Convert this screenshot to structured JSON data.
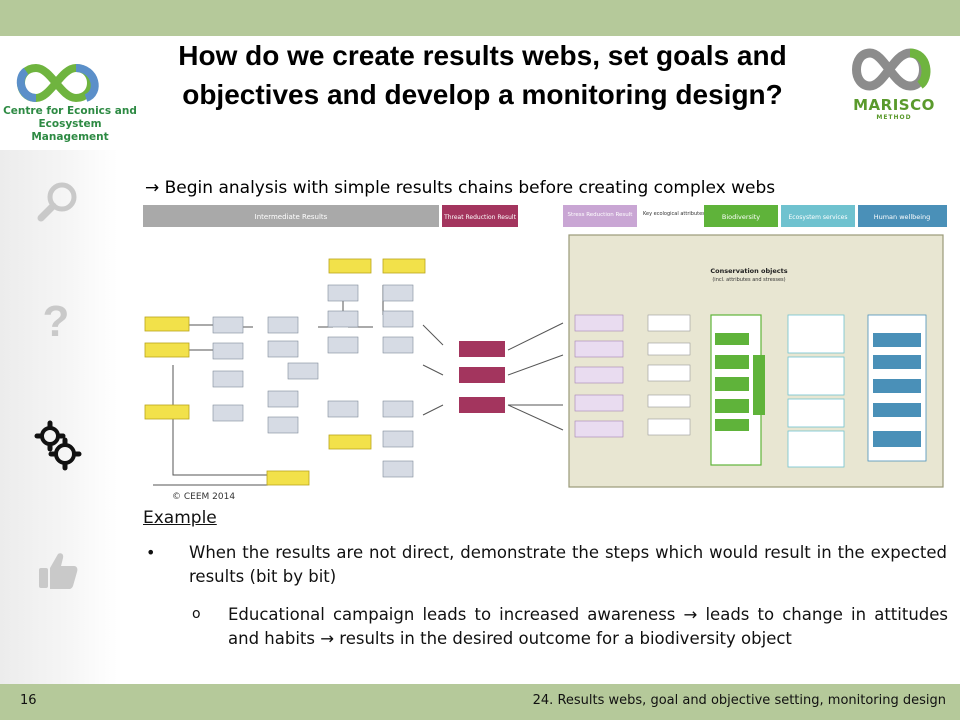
{
  "header": {
    "title": "How do we create results webs, set goals and objectives and develop a monitoring design?",
    "left_logo_text_line1": "Centre for Econics and",
    "left_logo_text_line2": "Ecosystem Management",
    "right_logo_word": "MARISCO",
    "right_logo_sub": "METHOD"
  },
  "subtitle": "→ Begin analysis with simple results chains before creating complex webs",
  "diagram": {
    "copyright": "© CEEM 2014",
    "headers": {
      "intermediate": "Intermediate Results",
      "threat": "Threat Reduction Result",
      "stress": "Stress Reduction Result",
      "attributes": "Key ecological attributes",
      "biodiversity": "Biodiversity",
      "ecosystem": "Ecosystem services",
      "human": "Human wellbeing"
    },
    "conservation_title": "Conservation objects",
    "conservation_sub": "(incl. attributes and stresses)"
  },
  "body": {
    "example_label": "Example",
    "bullet": "When the results are not direct, demonstrate the steps which would result in the expected results (bit by bit)",
    "sub_bullet_marker": "o",
    "sub_bullet": "Educational campaign leads to increased awareness → leads to change in attitudes and habits → results in the desired outcome for a biodiversity object"
  },
  "footer": {
    "slide_number": "16",
    "text": "24. Results webs, goal and objective setting, monitoring design"
  },
  "colors": {
    "bar": "#b5c99a",
    "green_logo": "#6fb43f",
    "blue_logo": "#5b8fc9",
    "threat": "#a3355e",
    "stress": "#c9a6d4",
    "biodiversity": "#5fb33a",
    "ecosystem": "#6fc2cf",
    "human": "#4a90b8"
  }
}
